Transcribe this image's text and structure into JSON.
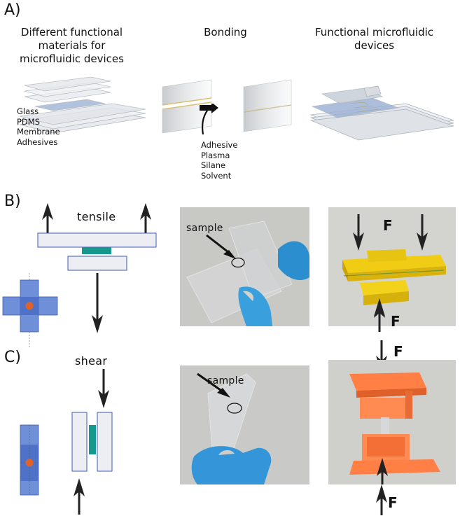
{
  "panels": {
    "a": "A)",
    "b": "B)",
    "c": "C)"
  },
  "section_a": {
    "col1_title": [
      "Different functional",
      "materials for",
      "microfluidic devices"
    ],
    "col2_title": "Bonding",
    "col3_title": [
      "Functional microfluidic",
      "devices"
    ],
    "materials": [
      "Glass",
      "PDMS",
      "Membrane",
      "Adhesives"
    ],
    "bonding_methods": [
      "Adhesive",
      "Plasma",
      "Silane",
      "Solvent"
    ]
  },
  "section_b": {
    "test_label": "tensile",
    "photo_label": "sample",
    "force_top": "F",
    "force_bottom": "F"
  },
  "section_c": {
    "test_label": "shear",
    "photo_label": "sample",
    "force_top": "F",
    "force_bottom": "F"
  },
  "colors": {
    "blue": "#6f8fd8",
    "dark_blue": "#4f72c8",
    "teal": "#17988e",
    "orange": "#e0632a",
    "yellow": "#f2d21a",
    "orange_jig": "#ff7f45"
  }
}
